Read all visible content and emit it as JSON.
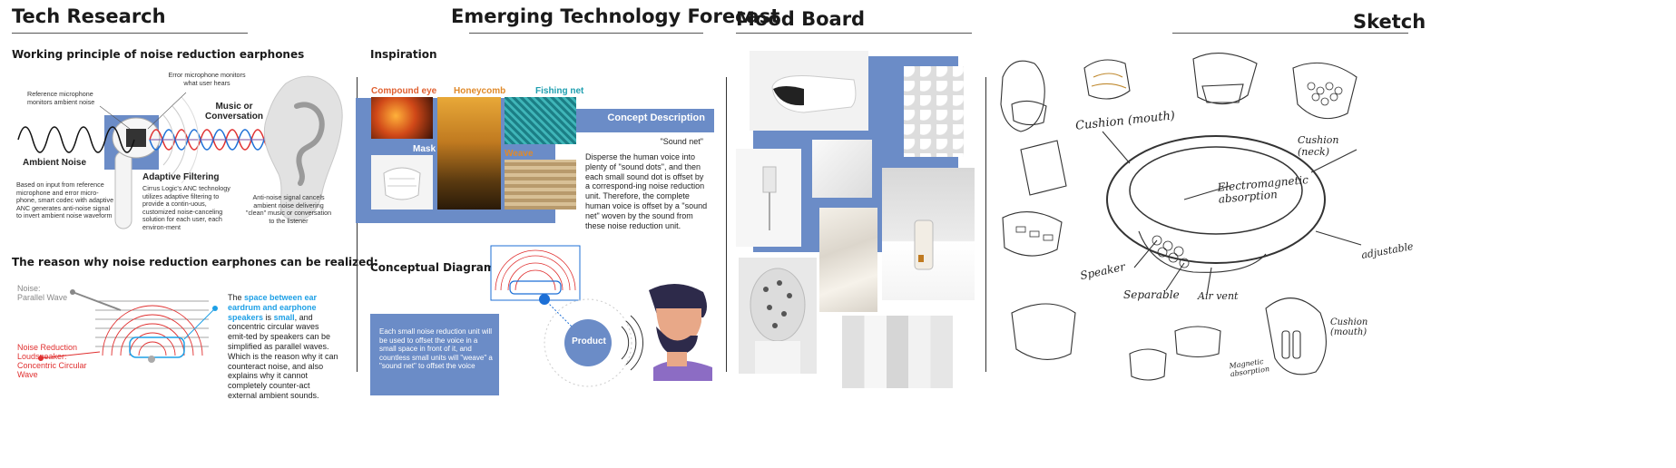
{
  "sections": {
    "tech_research": "Tech Research",
    "forecast": "Emerging Technology Forecast",
    "mood_board": "Mood Board",
    "sketch": "Sketch"
  },
  "tech": {
    "subtitle1": "Working principle of noise reduction earphones",
    "error_mic": "Error microphone monitors what user hears",
    "ref_mic": "Reference microphone monitors ambient noise",
    "music": "Music or Conversation",
    "ambient": "Ambient Noise",
    "adaptive": "Adaptive Filtering",
    "based_on": "Based on input from reference microphone and error micro-phone, smart codec with adaptive ANC generates anti-noise signal to invert ambient noise waveform",
    "cirrus": "Cirrus Logic's ANC technology utilizes adaptive filtering to provide a contin-uous, customized noise-canceling solution for each user, each environ-ment",
    "anti_noise": "Anti-noise signal cancels ambient noise delivering \"clean\" music or conversation to the listener",
    "subtitle2": "The reason why noise reduction earphones can be realized:",
    "noise_label_1": "Noise:",
    "noise_label_2": "Parallel Wave",
    "speaker_label": "Noise Reduction Loudspeaker: Concentric Circular Wave",
    "reason_pre": "The ",
    "reason_hl1": "space between ear eardrum and earphone speakers",
    "reason_mid": " is ",
    "reason_hl2": "small",
    "reason_post": ", and concentric circular waves emit-ted by speakers can be simplified as parallel waves. Which is the reason why it can counteract noise, and also explains why it cannot completely counter-act external ambient sounds."
  },
  "forecast": {
    "inspiration": "Inspiration",
    "compound_eye": "Compound eye",
    "honeycomb": "Honeycomb",
    "fishing_net": "Fishing net",
    "mask": "Mask",
    "weave": "Weave",
    "concept_title": "Concept Description",
    "sound_net": "\"Sound net\"",
    "concept_text": "Disperse the human voice into plenty of \"sound dots\", and then each small sound dot is offset by a correspond-ing noise reduction unit. Therefore, the complete human voice is offset by a \"sound net\" woven by the sound from these noise reduction unit.",
    "conceptual_diagram": "Conceptual Diagram",
    "diagram_text": "Each small noise reduction unit will be used to offset the voice in a small space in front of it, and countless small units will \"weave\" a \"sound net\" to offset the voice",
    "product": "Product"
  },
  "sketch_notes": {
    "cushion_mouth": "Cushion (mouth)",
    "cushion_neck": "Cushion (neck)",
    "electromagnetic": "Electromagnetic absorption",
    "adjustable": "adjustable",
    "speaker": "Speaker",
    "separable": "Separable",
    "air_vent": "Air vent",
    "cushion_mouth2": "Cushion (mouth)",
    "magnetic": "Magnetic absorption"
  },
  "colors": {
    "accent_blue": "#6b8cc7",
    "wave_red": "#e03030",
    "wave_blue": "#1ea0e6",
    "orange": "#e08a2a",
    "teal": "#1f9fb0"
  }
}
